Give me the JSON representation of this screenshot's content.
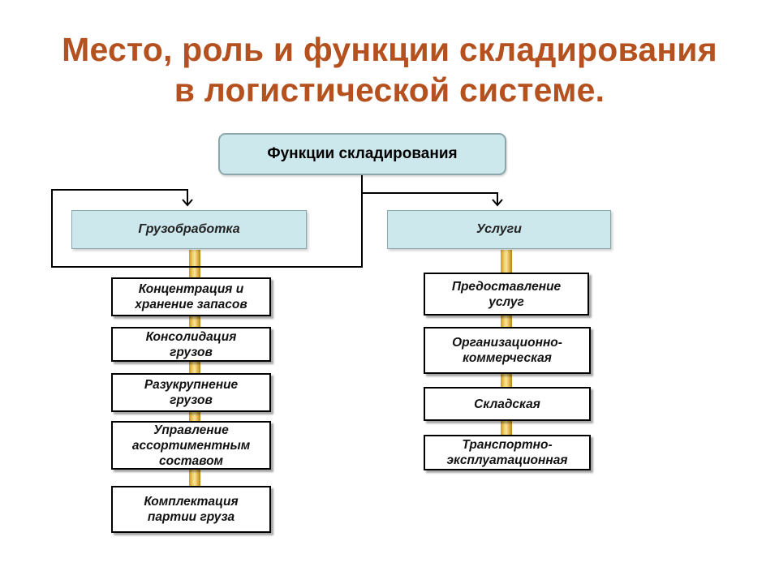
{
  "title": {
    "line1": "Место, роль и функции складирования",
    "line2": "в логистической системе."
  },
  "root": {
    "label": "Функции складирования"
  },
  "left_branch": {
    "label": "Грузобработка",
    "items": [
      {
        "line1": "Концентрация и",
        "line2": "хранение запасов"
      },
      {
        "line1": "Консолидация",
        "line2": "грузов"
      },
      {
        "line1": "Разукрупнение",
        "line2": "грузов"
      },
      {
        "line1": "Управление",
        "line2": "ассортиментным",
        "line3": "составом"
      },
      {
        "line1": "Комплектация",
        "line2": "партии груза"
      }
    ]
  },
  "right_branch": {
    "label": "Услуги",
    "items": [
      {
        "line1": "Предоставление",
        "line2": "услуг"
      },
      {
        "line1": "Организационно-",
        "line2": "коммерческая"
      },
      {
        "line1": "Складская"
      },
      {
        "line1": "Транспортно-",
        "line2": "эксплуатационная"
      }
    ]
  },
  "colors": {
    "title": "#b5501f",
    "box_fill": "#cde8ec",
    "box_border": "#8aa7ab",
    "bar_gold": "#e8bf4e"
  }
}
